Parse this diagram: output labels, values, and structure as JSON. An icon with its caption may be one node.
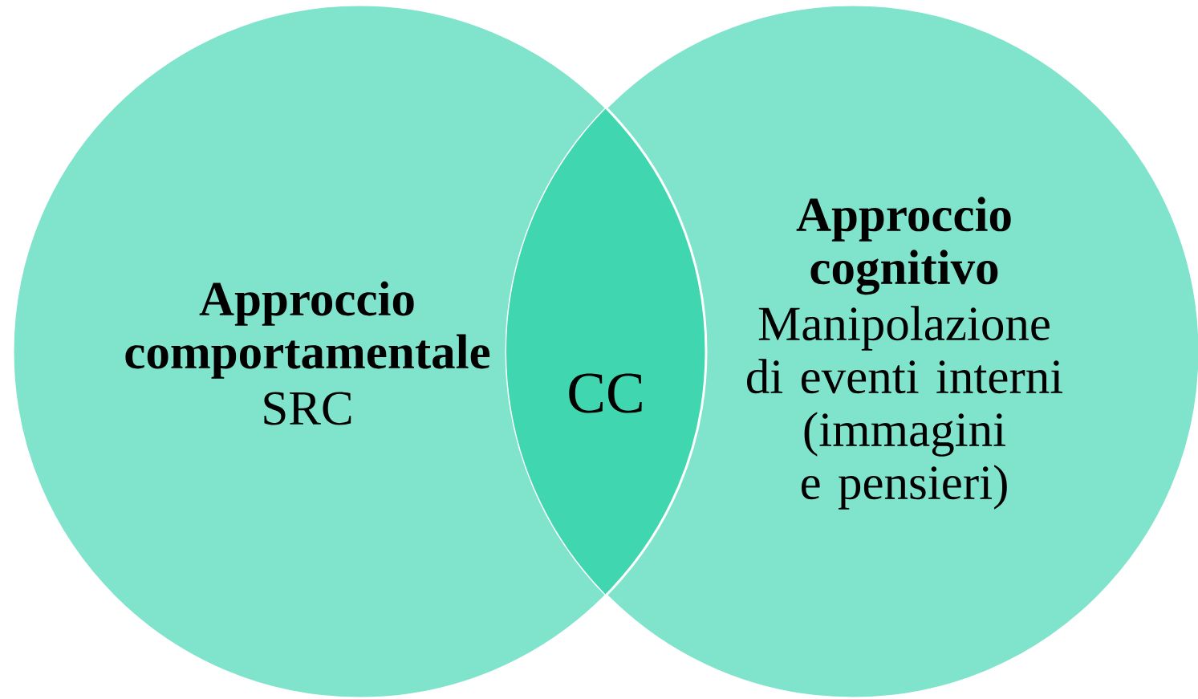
{
  "diagram": {
    "nodes": [
      {
        "text": [
          "Approccio comportamentale",
          "SRC"
        ]
      },
      {
        "text": [
          "CC"
        ]
      },
      {
        "text": [
          "Approccio cognitivo",
          "Manipolazione di eventi interni (immagini e pensieri)"
        ]
      }
    ]
  }
}
